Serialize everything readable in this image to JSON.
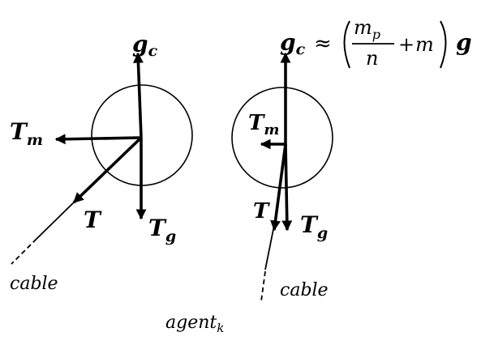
{
  "labels": {
    "g": "g",
    "c": "c",
    "T": "T",
    "m_sub": "m",
    "g_sub": "g",
    "approx": "≈",
    "m": "m",
    "p": "p",
    "n": "n",
    "plus": "+",
    "lparen": "(",
    "rparen": ")",
    "cable": "cable",
    "agent": "agent",
    "k": "k"
  }
}
